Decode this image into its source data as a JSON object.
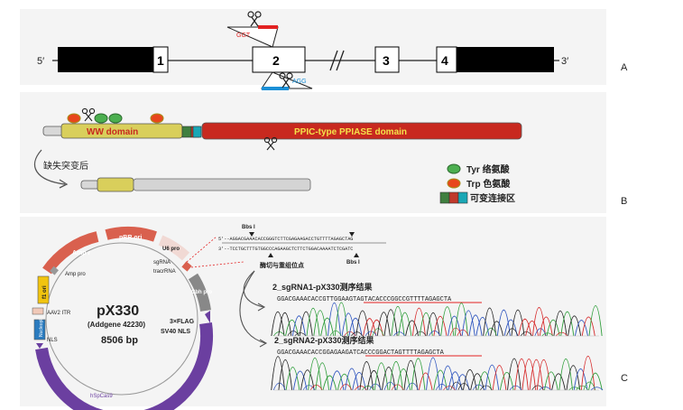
{
  "panel_labels": {
    "a": "A",
    "b": "B",
    "c": "C"
  },
  "gene": {
    "five_prime": "5′",
    "three_prime": "3′",
    "exons": [
      "1",
      "2",
      "3",
      "4"
    ],
    "target1": "GGT",
    "target2": "AGG"
  },
  "protein": {
    "ww_domain": "WW domain",
    "ppiase_domain": "PPIC-type PPIASE domain",
    "mutation_label": "缺失突变后",
    "legend": {
      "tyr": "Tyr 络氨酸",
      "trp": "Trp 色氨酸",
      "linker": "可变连接区"
    },
    "colors": {
      "ww": "#d9cf5b",
      "ppiase": "#c8291f",
      "truncated": "#d4d4d4",
      "tyr": "#4caf50",
      "trp": "#e8461c",
      "linker1": "#3f7f3f",
      "linker2": "#c0392b",
      "linker3": "#1aa7b5"
    }
  },
  "plasmid": {
    "name": "pX330",
    "addgene": "(Addgene 42230)",
    "size": "8506 bp",
    "features": {
      "amp_r": "Amp r",
      "pbr_ori": "pBR ori",
      "u6_pro": "U6 pro",
      "sgrna": "sgRNA",
      "tracrrna": "tracrRNA",
      "cbh_pro": "Cbh pro",
      "flag": "3×FLAG",
      "sv40_nls": "SV40 NLS",
      "hspcas9": "hSpCas9",
      "nls": "NLS",
      "aav2_itr": "AAV2 ITR",
      "f1_ori": "f1 ori",
      "amp_pro": "Amp pro",
      "nucleoplasmin": "Nucleopl"
    }
  },
  "insert": {
    "bbs1_top": "Bbs I",
    "bbs1_bottom": "Bbs I",
    "top_strand": "5′--AGGACGAAACACCGGGTCTTCGAGAAGACCTGTTTTAGAGCTAG",
    "bottom_strand": "3′--TCCTGCTTTGTGGCCCAGAAGCTCTTCTGGACAAAATCTCGATC",
    "cut_label": "酶切与重组位点"
  },
  "sequencing": {
    "result1_title": "2_sgRNA1-pX330测序结果",
    "result1_seq": "GGACGAAACACCGTTGGAAGTAGTACACCCGGCCGTTTTAGAGCTA",
    "result2_title": "2_sgRNA2-pX330测序结果",
    "result2_seq": "GGACGAAACACCGGAGAAGATCACCCGGACTAGTTTTAGAGCTA",
    "base_colors": {
      "A": "#2e9e3a",
      "C": "#2a52be",
      "G": "#222222",
      "T": "#d62728"
    }
  }
}
